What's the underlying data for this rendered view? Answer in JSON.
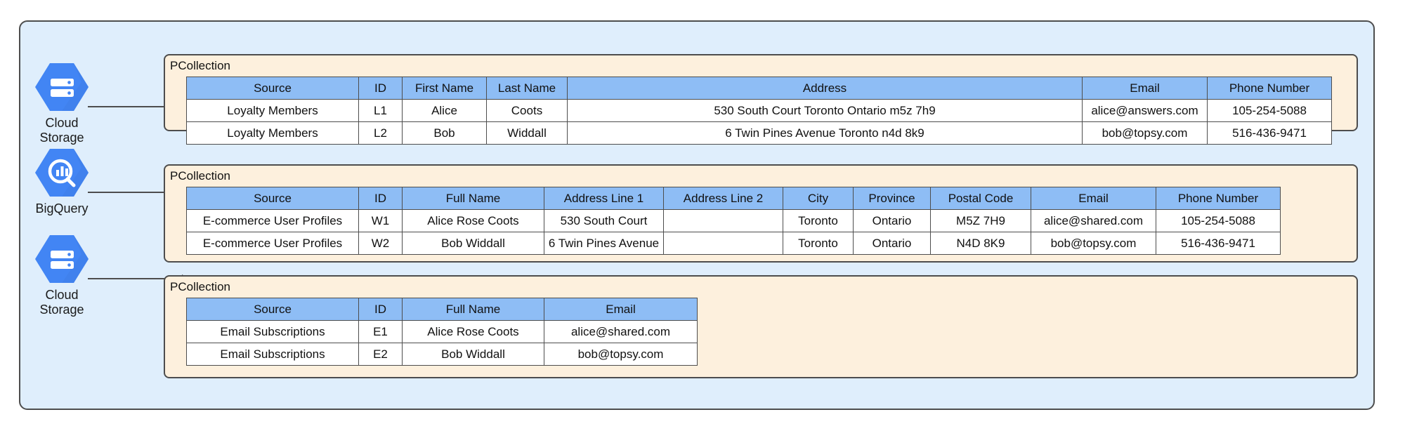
{
  "diagram": {
    "background_color": "#dfeefc",
    "border_color": "#4d4d4d",
    "panel_color": "#fdf0dd",
    "header_color": "#8ebdf5",
    "icon_color": "#4285f4"
  },
  "sources": [
    {
      "id": "cloud-storage-1",
      "icon": "google-cloud-storage-icon",
      "label": "Cloud\nStorage"
    },
    {
      "id": "bigquery",
      "icon": "google-bigquery-icon",
      "label": "BigQuery"
    },
    {
      "id": "cloud-storage-2",
      "icon": "google-cloud-storage-icon",
      "label": "Cloud\nStorage"
    }
  ],
  "pcollections": [
    {
      "title": "PCollection",
      "columns": [
        "Source",
        "ID",
        "First Name",
        "Last Name",
        "Address",
        "Email",
        "Phone Number"
      ],
      "rows": [
        [
          "Loyalty Members",
          "L1",
          "Alice",
          "Coots",
          "530 South Court Toronto Ontario m5z 7h9",
          "alice@answers.com",
          "105-254-5088"
        ],
        [
          "Loyalty Members",
          "L2",
          "Bob",
          "Widdall",
          "6 Twin Pines Avenue Toronto n4d 8k9",
          "bob@topsy.com",
          "516-436-9471"
        ]
      ]
    },
    {
      "title": "PCollection",
      "columns": [
        "Source",
        "ID",
        "Full Name",
        "Address Line 1",
        "Address Line 2",
        "City",
        "Province",
        "Postal Code",
        "Email",
        "Phone Number"
      ],
      "rows": [
        [
          "E-commerce User Profiles",
          "W1",
          "Alice Rose Coots",
          "530 South Court",
          "",
          "Toronto",
          "Ontario",
          "M5Z 7H9",
          "alice@shared.com",
          "105-254-5088"
        ],
        [
          "E-commerce User Profiles",
          "W2",
          "Bob Widdall",
          "6 Twin Pines Avenue",
          "",
          "Toronto",
          "Ontario",
          "N4D 8K9",
          "bob@topsy.com",
          "516-436-9471"
        ]
      ]
    },
    {
      "title": "PCollection",
      "columns": [
        "Source",
        "ID",
        "Full Name",
        "Email"
      ],
      "rows": [
        [
          "Email Subscriptions",
          "E1",
          "Alice Rose Coots",
          "alice@shared.com"
        ],
        [
          "Email Subscriptions",
          "E2",
          "Bob Widdall",
          "bob@topsy.com"
        ]
      ]
    }
  ]
}
